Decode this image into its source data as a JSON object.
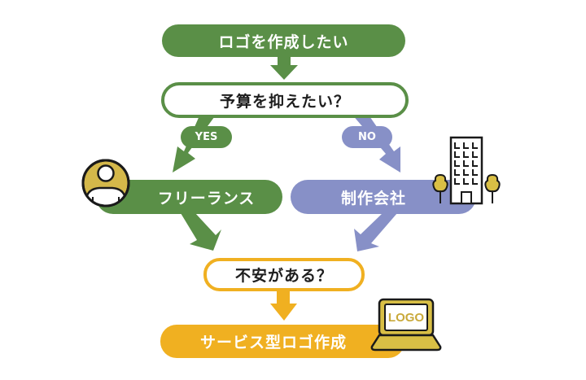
{
  "colors": {
    "green": "#5a8f47",
    "purple": "#8790c7",
    "orange": "#f0b021",
    "avatar_yellow": "#d4b84a",
    "icon_yellow": "#d9bf45",
    "outline": "#1a1a1a",
    "text_dark": "#1e1e1e",
    "text_light": "#ffffff"
  },
  "nodes": {
    "start": {
      "label": "ロゴを作成したい"
    },
    "budget_question": {
      "label": "予算を抑えたい？"
    },
    "freelance": {
      "label": "フリーランス"
    },
    "agency": {
      "label": "制作会社"
    },
    "anxiety_question": {
      "label": "不安がある？"
    },
    "service": {
      "label": "サービス型ロゴ作成"
    }
  },
  "branches": {
    "yes": {
      "label": "YES"
    },
    "no": {
      "label": "NO"
    }
  },
  "icons": {
    "person": "person-avatar-icon",
    "building": "office-building-icon",
    "tree": "tree-icon",
    "laptop": "laptop-icon",
    "laptop_screen_text": "LOGO"
  }
}
